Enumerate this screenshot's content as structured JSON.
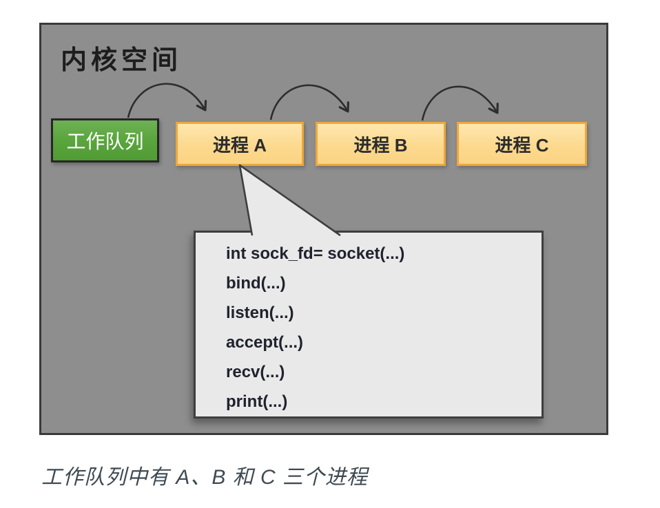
{
  "diagram": {
    "title": "内核空间",
    "work_queue_label": "工作队列",
    "processes": [
      {
        "label": "进程 A"
      },
      {
        "label": "进程 B"
      },
      {
        "label": "进程 C"
      }
    ],
    "colors": {
      "kernel_bg": "#8E8E8E",
      "kernel_border": "#3A3A3A",
      "queue_green": "#5BA63F",
      "queue_border": "#262626",
      "process_orange": "#FCD98E",
      "process_border": "#EFA63C",
      "callout_bg": "#E9E9E9",
      "callout_border": "#3E3E3E",
      "arrow_color": "#2D2D2D",
      "caption_color": "#3E4A53"
    }
  },
  "callout": {
    "code_lines": [
      "int sock_fd= socket(...)",
      "bind(...)",
      "listen(...)",
      "accept(...)",
      "recv(...)",
      "print(...)"
    ]
  },
  "caption": "工作队列中有 A、B 和 C 三个进程"
}
